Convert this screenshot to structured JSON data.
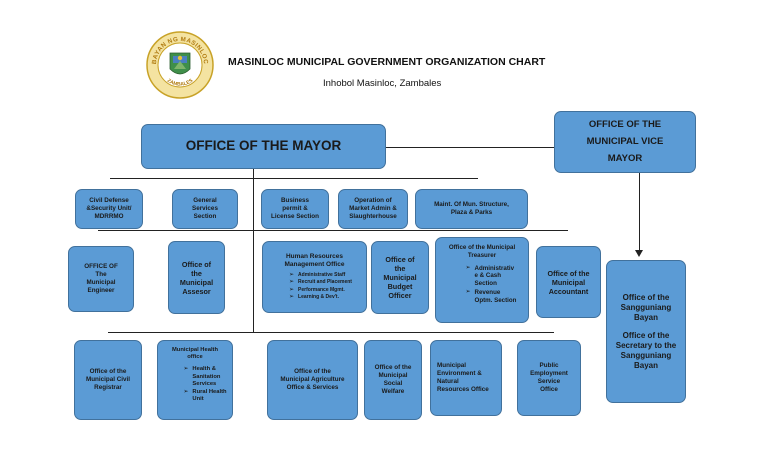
{
  "header": {
    "seal_text_top": "BAYAN NG MASINLOC",
    "seal_text_bottom": "ZAMBALES",
    "title": "MASINLOC MUNICIPAL GOVERNMENT ORGANIZATION CHART",
    "subtitle": "Inhobol Masinloc, Zambales"
  },
  "mayor": "OFFICE OF THE MAYOR",
  "vice_mayor": {
    "line1": "OFFICE OF THE",
    "line2": "MUNICIPAL VICE",
    "line3": "MAYOR"
  },
  "row1": {
    "civil_defense": {
      "l1": "Civil Defense",
      "l2": "&Security Unit/",
      "l3": "MDRRMO"
    },
    "general_services": {
      "l1": "General",
      "l2": "Services",
      "l3": "Section"
    },
    "business_permit": {
      "l1": "Business",
      "l2": "permit &",
      "l3": "License Section"
    },
    "market_admin": {
      "l1": "Operation of",
      "l2": "Market Admin &",
      "l3": "Slaughterhouse"
    },
    "maintenance": {
      "l1": "Maint. Of Mun. Structure,",
      "l2": "Plaza & Parks"
    }
  },
  "row2": {
    "engineer": {
      "l1": "OFFICE OF",
      "l2": "The",
      "l3": "Municipal",
      "l4": "Engineer"
    },
    "assessor": {
      "l1": "Office of",
      "l2": "the",
      "l3": "Municipal",
      "l4": "Assesor"
    },
    "hrmo": {
      "l1": "Human Resources",
      "l2": "Management Office",
      "items": [
        "Administrative Staff",
        "Recruit and Placement",
        "Performance Mgmt.",
        "Learning & Dev't."
      ]
    },
    "budget": {
      "l1": "Office of",
      "l2": "the",
      "l3": "Municipal",
      "l4": "Budget",
      "l5": "Officer"
    },
    "treasurer": {
      "l1": "Office of the Municipal",
      "l2": "Treasurer",
      "item1": {
        "a": "Administrativ",
        "b": "e & Cash",
        "c": "Section"
      },
      "item2": {
        "a": "Revenue",
        "b": "Optm. Section"
      }
    },
    "accountant": {
      "l1": "Office of the",
      "l2": "Municipal",
      "l3": "Accountant"
    }
  },
  "row3": {
    "civil_registrar": {
      "l1": "Office of the",
      "l2": "Municipal Civil",
      "l3": "Registrar"
    },
    "health": {
      "l1": "Municipal Health",
      "l2": "office",
      "item1": {
        "a": "Health &",
        "b": "Sanitation",
        "c": "Services"
      },
      "item2": {
        "a": "Rural Health",
        "b": "Unit"
      }
    },
    "agriculture": {
      "l1": "Office of the",
      "l2": "Municipal Agriculture",
      "l3": "Office & Services"
    },
    "social_welfare": {
      "l1": "Office of the",
      "l2": "Municipal",
      "l3": "Social",
      "l4": "Welfare"
    },
    "menro": {
      "l1": "Municipal",
      "l2": "Environment &",
      "l3": "Natural",
      "l4": "Resources Office"
    },
    "peso": {
      "l1": "Public",
      "l2": "Employment",
      "l3": "Service",
      "l4": "Office"
    }
  },
  "sangguniang": {
    "a1": "Office of the",
    "a2": "Sangguniang",
    "a3": "Bayan",
    "b1": "Office of the",
    "b2": "Secretary to the",
    "b3": "Sangguniang",
    "b4": "Bayan"
  }
}
